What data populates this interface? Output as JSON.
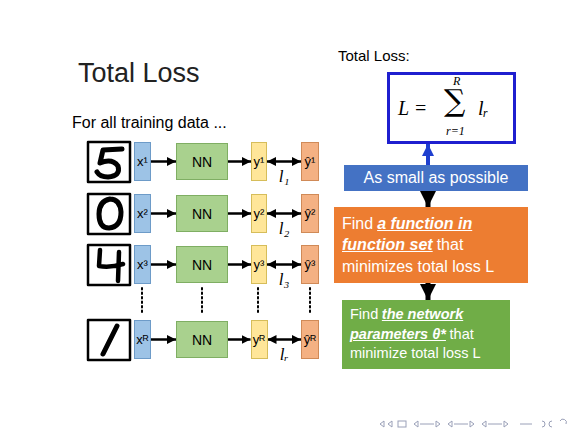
{
  "diagram": {
    "title": "Total Loss",
    "nodes": [
      {
        "text": [
          "x¹"
        ]
      },
      {
        "text": [
          "NN"
        ]
      },
      {
        "text": [
          "y¹"
        ]
      },
      {
        "text": [
          "ŷ¹"
        ]
      },
      {
        "text": [
          "x²"
        ]
      },
      {
        "text": [
          "NN"
        ]
      },
      {
        "text": [
          "y²"
        ]
      },
      {
        "text": [
          "ŷ²"
        ]
      },
      {
        "text": [
          "x³"
        ]
      },
      {
        "text": [
          "NN"
        ]
      },
      {
        "text": [
          "y³"
        ]
      },
      {
        "text": [
          "ŷ³"
        ]
      },
      {
        "text": [
          "xᴿ"
        ]
      },
      {
        "text": [
          "NN"
        ]
      },
      {
        "text": [
          "yᴿ"
        ]
      },
      {
        "text": [
          "ŷᴿ"
        ]
      },
      {
        "text": [
          "L =",
          "R",
          "∑",
          "r=1",
          "lᵣ"
        ]
      },
      {
        "text": [
          "As small as possible"
        ]
      },
      {
        "text": [
          "Find",
          "a function in function set",
          "that minimizes total loss L"
        ]
      },
      {
        "text": [
          "Find",
          "the network parameters θ*",
          "that minimize total loss L"
        ]
      }
    ],
    "edges": [
      {
        "from": 0,
        "to": 1,
        "arrow": "to"
      },
      {
        "from": 1,
        "to": 2,
        "arrow": "to"
      },
      {
        "from": 2,
        "to": 3,
        "label": "l₁",
        "arrow": "both"
      },
      {
        "from": 4,
        "to": 5,
        "arrow": "to"
      },
      {
        "from": 5,
        "to": 6,
        "arrow": "to"
      },
      {
        "from": 6,
        "to": 7,
        "label": "l₂",
        "arrow": "both"
      },
      {
        "from": 8,
        "to": 9,
        "arrow": "to"
      },
      {
        "from": 9,
        "to": 10,
        "arrow": "to"
      },
      {
        "from": 10,
        "to": 11,
        "label": "l₃",
        "arrow": "both"
      },
      {
        "from": 12,
        "to": 13,
        "arrow": "to"
      },
      {
        "from": 13,
        "to": 14,
        "arrow": "to"
      },
      {
        "from": 14,
        "to": 15,
        "label": "lᵣ",
        "arrow": "both"
      },
      {
        "from": 17,
        "to": 16,
        "arrow": "to"
      },
      {
        "from": 17,
        "to": 18,
        "arrow": "to"
      },
      {
        "from": 18,
        "to": 19,
        "arrow": "to"
      }
    ],
    "labels": [
      "For all training data ...",
      "Total Loss:"
    ]
  }
}
